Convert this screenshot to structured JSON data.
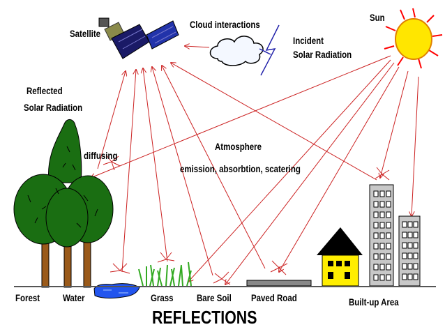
{
  "labels": {
    "satellite": "Satellite",
    "cloud": "Cloud interactions",
    "sun": "Sun",
    "incident_1": "Incident",
    "incident_2": "Solar Radiation",
    "reflected_1": "Reflected",
    "reflected_2": "Solar Radiation",
    "diffusing": "diffusing",
    "atmosphere": "Atmosphere",
    "atmos_processes": "emission, absorbtion, scatering",
    "forest": "Forest",
    "water": "Water",
    "grass": "Grass",
    "bare_soil": "Bare Soil",
    "paved_road": "Paved Road",
    "builtup": "Built-up Area",
    "title": "REFLECTIONS"
  },
  "colors": {
    "ray": "#cc2222",
    "sun_fill": "#ffe600",
    "sun_stroke": "#e08000",
    "tree": "#1a6e12",
    "trunk": "#9a5a1a",
    "water": "#2255ee",
    "grass": "#33aa22",
    "house_wall": "#ffee00",
    "house_roof": "#000000",
    "building": "#c8c8c8",
    "ground": "#555555"
  },
  "icons": [
    "satellite-icon",
    "cloud-icon",
    "lightning-icon",
    "sun-icon"
  ]
}
